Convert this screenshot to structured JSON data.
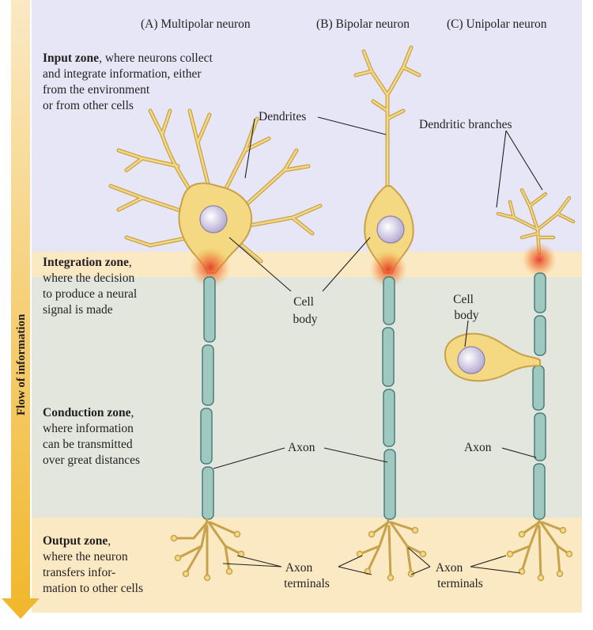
{
  "headers": {
    "multipolar": "(A)  Multipolar neuron",
    "bipolar": "(B)  Bipolar neuron",
    "unipolar": "(C)  Unipolar neuron"
  },
  "zones": [
    {
      "id": "input",
      "title": "Input zone",
      "lines": [
        ", where neurons collect",
        "and integrate information, either",
        "from the environment",
        "or from other cells"
      ],
      "color": "#e6e6f6"
    },
    {
      "id": "integration",
      "title": "Integration zone",
      "lines": [
        ",",
        "where the decision",
        "to produce a neural",
        "signal is made"
      ],
      "color": "#fbe9c4"
    },
    {
      "id": "conduction",
      "title": "Conduction zone",
      "lines": [
        ",",
        "where information",
        "can be transmitted",
        "over great distances"
      ],
      "color": "#e2e6dc"
    },
    {
      "id": "output",
      "title": "Output zone",
      "lines": [
        ",",
        "where the neuron",
        "transfers infor-",
        "mation to other cells"
      ],
      "color": "#fbe9c4"
    }
  ],
  "flow_label": "Flow of information",
  "labels": {
    "dendrites": "Dendrites",
    "dendritic_branches": "Dendritic branches",
    "cell_body_left": [
      "Cell",
      "body"
    ],
    "cell_body_right": [
      "Cell",
      "body"
    ],
    "axon_left": "Axon",
    "axon_right": "Axon",
    "axon_terminals_left": [
      "Axon",
      "terminals"
    ],
    "axon_terminals_right": [
      "Axon",
      "terminals"
    ]
  },
  "colors": {
    "neuron_fill": "#f4d982",
    "neuron_stroke": "#c7a24a",
    "axon_sheath": "#9fc8c0",
    "axon_stroke": "#4b7d7a",
    "nucleus": "#d7d0e8",
    "hotspot": "#e63a24",
    "arrow": "#f1b82f"
  }
}
